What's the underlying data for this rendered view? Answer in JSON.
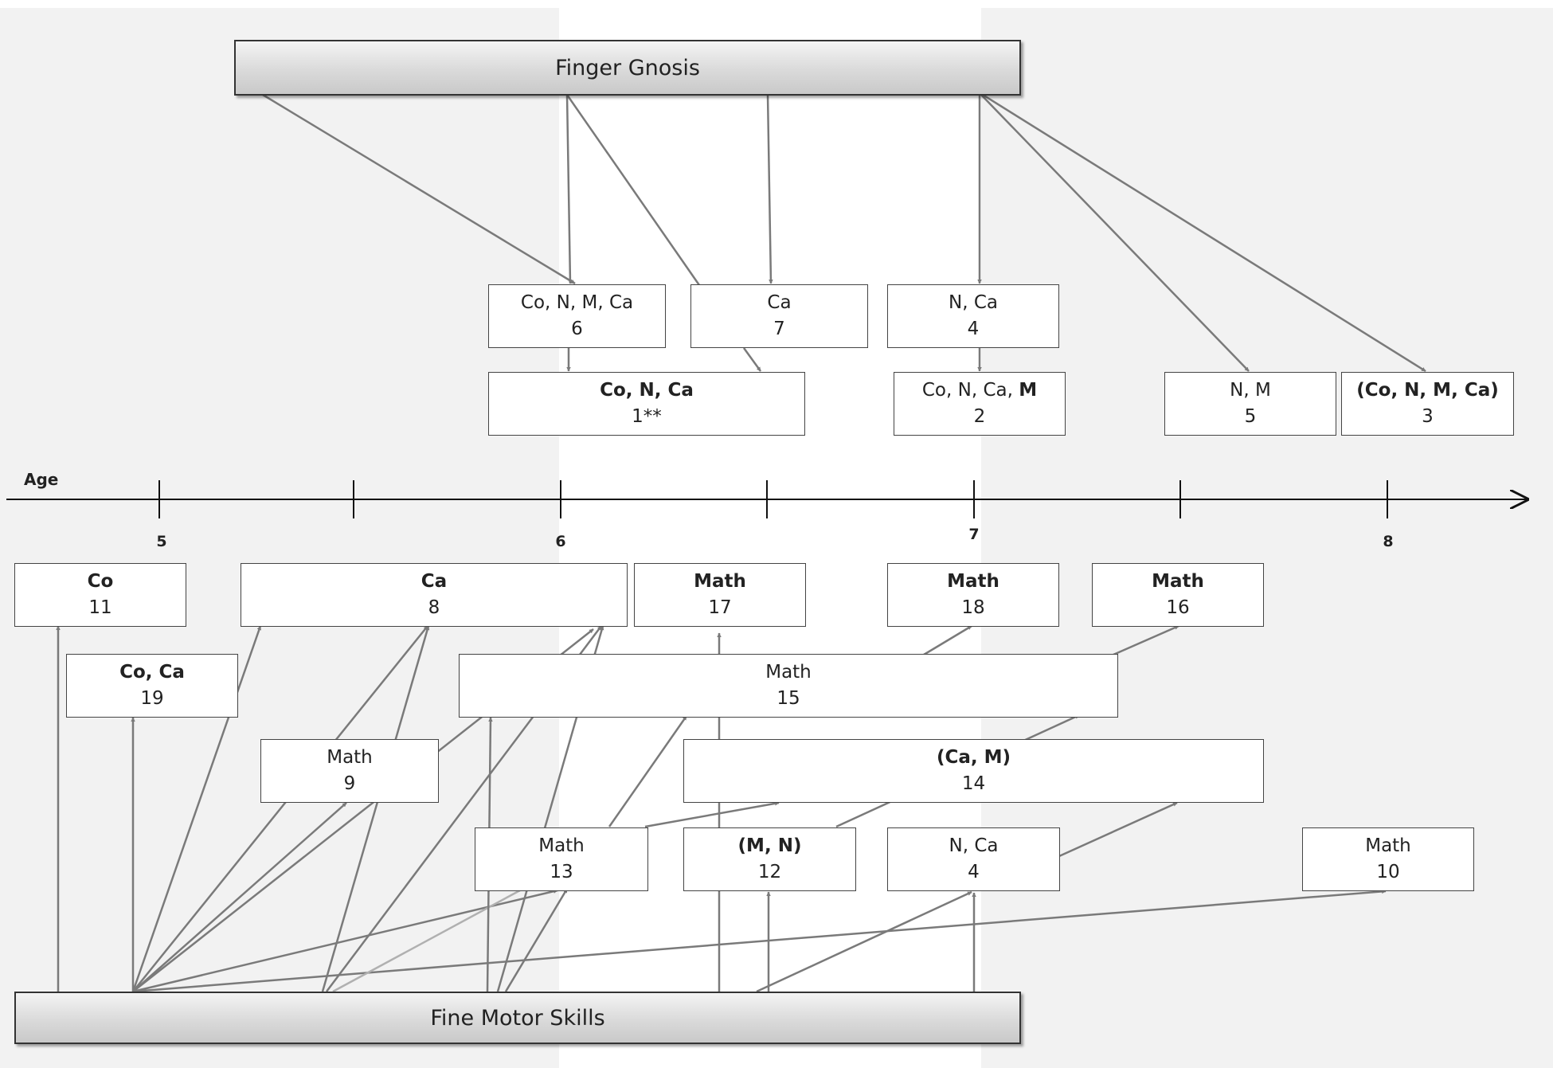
{
  "finger_gnosis": {
    "label": "Finger Gnosis"
  },
  "fine_motor": {
    "label": "Fine Motor Skills"
  },
  "axis": {
    "label": "Age",
    "ticks": [
      "5",
      "6",
      "7",
      "8"
    ]
  },
  "top_boxes": {
    "b6": {
      "line1": "Co, N, M, Ca",
      "line2": "6"
    },
    "b7": {
      "line1": "Ca",
      "line2": "7"
    },
    "b4": {
      "line1": "N, Ca",
      "line2": "4"
    },
    "b1": {
      "line1": "Co, N, Ca",
      "line2": "1**"
    },
    "b2": {
      "line1a": "Co, N, Ca, ",
      "line1b": "M",
      "line2": "2"
    },
    "b5": {
      "line1": "N, M",
      "line2": "5"
    },
    "b3": {
      "line1": "(Co, N, M, Ca)",
      "line2": "3"
    }
  },
  "bottom_boxes": {
    "b11": {
      "line1": "Co",
      "line2": "11"
    },
    "b8": {
      "line1": "Ca",
      "line2": "8"
    },
    "b17": {
      "line1": "Math",
      "line2": "17"
    },
    "b18": {
      "line1": "Math",
      "line2": "18"
    },
    "b16": {
      "line1": "Math",
      "line2": "16"
    },
    "b19": {
      "line1": "Co, Ca",
      "line2": "19"
    },
    "b15": {
      "line1": "Math",
      "line2": "15"
    },
    "b9": {
      "line1": "Math",
      "line2": "9"
    },
    "b14": {
      "line1": "(Ca, M)",
      "line2": "14"
    },
    "b13": {
      "line1": "Math",
      "line2": "13"
    },
    "b12": {
      "line1": "(M, N)",
      "line2": "12"
    },
    "b4b": {
      "line1": "N, Ca",
      "line2": "4"
    },
    "b10": {
      "line1": "Math",
      "line2": "10"
    }
  },
  "colors": {
    "arrow": "#7a7a7a",
    "axis": "#111111",
    "band": "#f1f1f1"
  }
}
